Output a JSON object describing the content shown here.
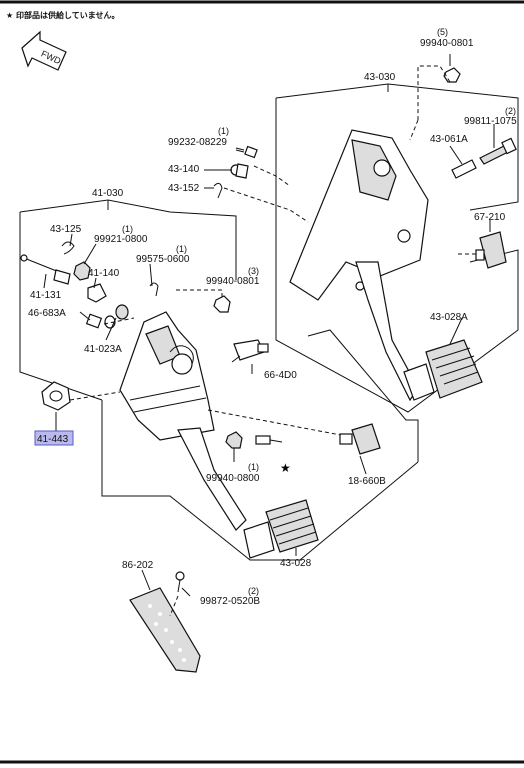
{
  "note": "★ 印部品は供給していません。",
  "fwd": "FWD",
  "labels": {
    "p99940_0801_top": "99940-0801",
    "p99940_0801_top_qty": "(5)",
    "p43_030": "43-030",
    "p99811_1075": "99811-1075",
    "p99811_1075_qty": "(2)",
    "p43_061A": "43-061A",
    "p99232_08229": "99232-08229",
    "p99232_08229_qty": "(1)",
    "p43_140": "43-140",
    "p43_152": "43-152",
    "p67_210": "67-210",
    "p41_030": "41-030",
    "p43_125": "43-125",
    "p99921_0800": "99921-0800",
    "p99921_0800_qty": "(1)",
    "p99575_0600": "99575-0600",
    "p99575_0600_qty": "(1)",
    "p41_140": "41-140",
    "p41_131": "41-131",
    "p99940_0801_mid": "99940-0801",
    "p99940_0801_mid_qty": "(3)",
    "p46_683A": "46-683A",
    "p41_023A": "41-023A",
    "p43_028A": "43-028A",
    "p66_4D0": "66-4D0",
    "p41_443": "41-443",
    "p99940_0800": "99940-0800",
    "p99940_0800_qty": "(1)",
    "p18_660B": "18-660B",
    "p43_028": "43-028",
    "p86_202": "86-202",
    "p99872_0520B": "99872-0520B",
    "p99872_0520B_qty": "(2)"
  }
}
